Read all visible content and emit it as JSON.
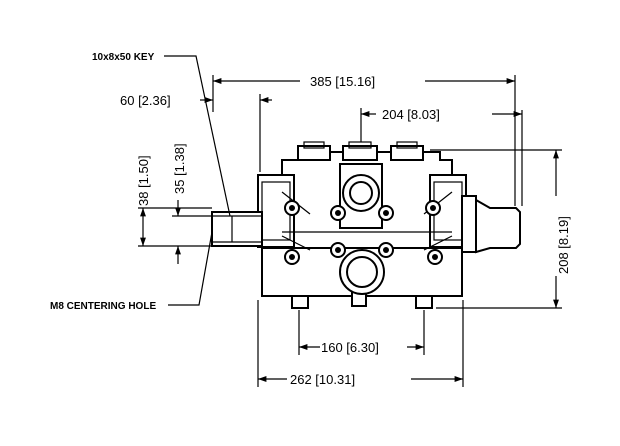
{
  "labels": {
    "key": "10x8x50 KEY",
    "centering_hole": "M8 CENTERING HOLE"
  },
  "dimensions": {
    "overall_length": "385 [15.16]",
    "shaft_length": "60 [2.36]",
    "center_to_end": "204 [8.03]",
    "width_38": "38 [1.50]",
    "width_35": "35 [1.38]",
    "height": "208 [8.19]",
    "mount_holes": "160 [6.30]",
    "base_width": "262 [10.31]"
  }
}
